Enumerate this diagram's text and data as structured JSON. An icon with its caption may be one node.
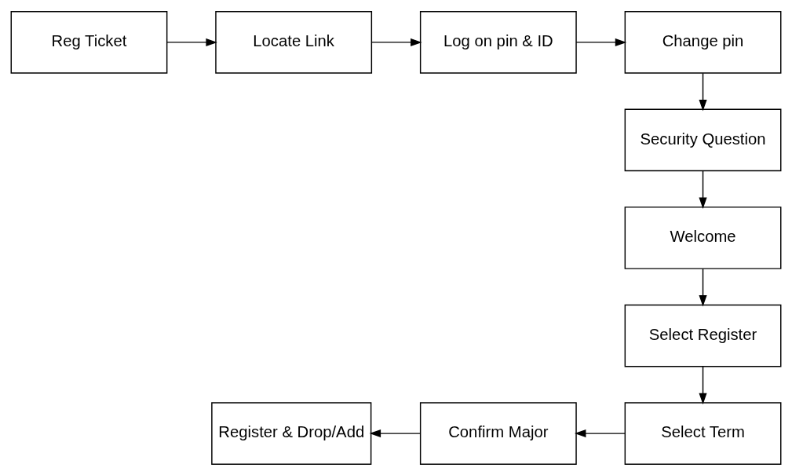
{
  "diagram": {
    "nodes": [
      {
        "text": [
          "Reg Ticket"
        ]
      },
      {
        "text": [
          "Locate Link"
        ]
      },
      {
        "text": [
          "Log on pin & ID"
        ]
      },
      {
        "text": [
          "Change pin"
        ]
      },
      {
        "text": [
          "Security Question"
        ]
      },
      {
        "text": [
          "Welcome"
        ]
      },
      {
        "text": [
          "Select Register"
        ]
      },
      {
        "text": [
          "Select Term"
        ]
      },
      {
        "text": [
          "Confirm Major"
        ]
      },
      {
        "text": [
          "Register & Drop/Add"
        ]
      }
    ],
    "edges": [
      {
        "from": 0,
        "to": 1,
        "arrow": "to"
      },
      {
        "from": 1,
        "to": 2,
        "arrow": "to"
      },
      {
        "from": 2,
        "to": 3,
        "arrow": "to"
      },
      {
        "from": 3,
        "to": 4,
        "arrow": "to"
      },
      {
        "from": 4,
        "to": 5,
        "arrow": "to"
      },
      {
        "from": 5,
        "to": 6,
        "arrow": "to"
      },
      {
        "from": 6,
        "to": 7,
        "arrow": "to"
      },
      {
        "from": 7,
        "to": 8,
        "arrow": "to"
      },
      {
        "from": 8,
        "to": 9,
        "arrow": "to"
      }
    ]
  }
}
